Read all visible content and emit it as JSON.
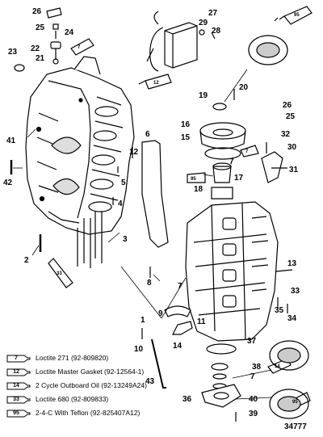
{
  "callouts": {
    "n1": "1",
    "n2": "2",
    "n3": "3",
    "n4": "4",
    "n5": "5",
    "n6": "6",
    "n7a": "7",
    "n7b": "7",
    "n7c": "7",
    "n8": "8",
    "n9": "9",
    "n10": "10",
    "n11": "11",
    "n12": "12",
    "n13": "13",
    "n14": "14",
    "n15": "15",
    "n16": "16",
    "n17": "17",
    "n18": "18",
    "n19": "19",
    "n20": "20",
    "n21": "21",
    "n22": "22",
    "n23": "23",
    "n24": "24",
    "n25a": "25",
    "n25b": "25",
    "n26a": "26",
    "n26b": "26",
    "n27": "27",
    "n28": "28",
    "n29": "29",
    "n30": "30",
    "n31": "31",
    "n32": "32",
    "n33": "33",
    "n34": "34",
    "n35": "35",
    "n36": "36",
    "n37": "37",
    "n38": "38",
    "n39": "39",
    "n40": "40",
    "n41": "41",
    "n42": "42",
    "n43": "43"
  },
  "tube_marks": {
    "t95_top": "95",
    "t7_left": "7",
    "t12_mid": "12",
    "t7_right": "7",
    "t95_mid": "95",
    "t33_left": "33",
    "t14_lower": "14",
    "t95_bottom": "95"
  },
  "legend": [
    {
      "num": "7",
      "text": "Loctite 271 (92-809820)"
    },
    {
      "num": "12",
      "text": "Loctite Master Gasket (92-12564-1)"
    },
    {
      "num": "14",
      "text": "2 Cycle Outboard Oil (92-13249A24)"
    },
    {
      "num": "33",
      "text": "Loctite 680 (92-809833)"
    },
    {
      "num": "95",
      "text": "2-4-C With Teflon (92-825407A12)"
    }
  ],
  "drawing_number": "34777"
}
